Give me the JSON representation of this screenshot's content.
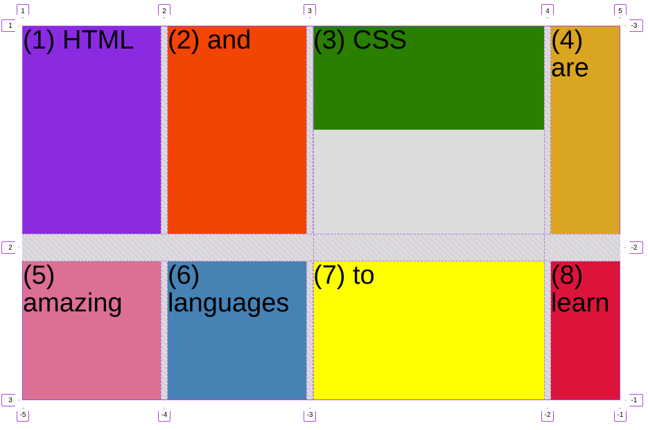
{
  "grid": {
    "items": [
      {
        "text": "(1) HTML",
        "color": "#8a2be2"
      },
      {
        "text": "(2) and",
        "color": "#f24405"
      },
      {
        "text": "(3) CSS",
        "color": "#2a7f00"
      },
      {
        "text": "(4) are",
        "color": "#daa520"
      },
      {
        "text": "(5) amazing",
        "color": "#db7093"
      },
      {
        "text": "(6) languages",
        "color": "#4682b4"
      },
      {
        "text": "(7) to",
        "color": "#ffff00"
      },
      {
        "text": "(8) learn",
        "color": "#dc143c"
      }
    ],
    "top_column_labels": [
      "1",
      "2",
      "3",
      "4",
      "5"
    ],
    "bottom_column_labels": [
      "-5",
      "-4",
      "-3",
      "-2",
      "-1"
    ],
    "left_row_labels": [
      "1",
      "2",
      "3"
    ],
    "right_row_labels": [
      "-3",
      "-2",
      "-1"
    ],
    "overlay_color": "#a64bd6",
    "gap_color": "#dcdcdc"
  }
}
